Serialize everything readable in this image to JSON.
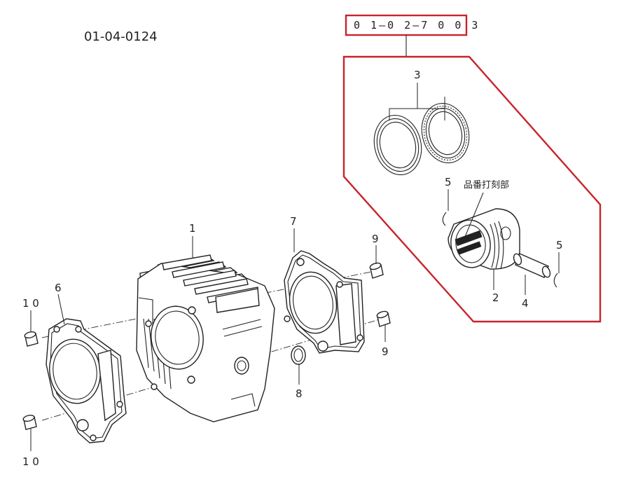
{
  "drawing_code": "01-04-0124",
  "kit_code": "0 1—0 2—7 0 0 3",
  "kit_box_color": "#c8232c",
  "stamp_note": "品番打刻部",
  "callouts": {
    "cylinder": "1",
    "piston": "2",
    "piston_rings": "3",
    "piston_pin": "4",
    "clip_left": "5",
    "clip_right": "5",
    "base_gasket": "6",
    "head_gasket": "7",
    "o_ring": "8",
    "dowel_top_right": "9",
    "dowel_bottom_right": "9",
    "dowel_top_left": "1 0",
    "dowel_bottom_left": "1 0"
  }
}
